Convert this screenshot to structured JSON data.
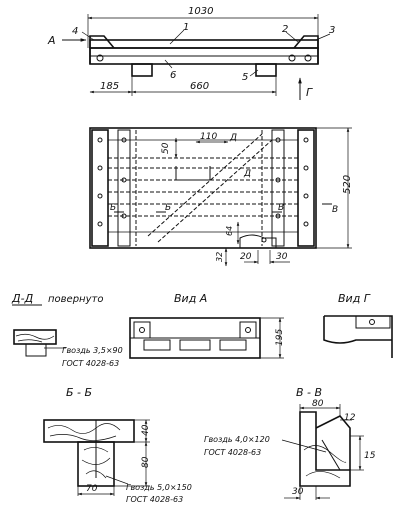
{
  "dimensions": {
    "overall_length": "1030",
    "left_offset": "185",
    "inner_span": "660",
    "plan_110": "110",
    "plan_50": "50",
    "plan_520": "520",
    "plan_64": "64",
    "plan_32": "32",
    "plan_20": "20",
    "plan_30": "30",
    "view_a_195": "195",
    "bb_40": "40",
    "bb_80": "80",
    "bb_70": "70",
    "vv_80": "80",
    "vv_12": "12",
    "vv_15": "15",
    "vv_30": "30"
  },
  "callouts": {
    "c1": "1",
    "c2": "2",
    "c3": "3",
    "c4": "4",
    "c5": "5",
    "c6": "6"
  },
  "view_markers": {
    "a": "А",
    "g": "Г",
    "d": "Д",
    "d2": "Д",
    "b_left": "Б",
    "b_right": "Б",
    "v_left": "В",
    "v_right": "В"
  },
  "section_titles": {
    "dd": "Д-Д",
    "dd_note": "повернуто",
    "view_a": "Вид А",
    "view_g": "Вид Г",
    "bb": "Б - Б",
    "vv": "В - В"
  },
  "notes": {
    "nail_dd_1": "Гвоздь 3,5×90",
    "nail_dd_2": "ГОСТ 4028-63",
    "nail_bb_1": "Гвоздь 5,0×150",
    "nail_bb_2": "ГОСТ 4028-63",
    "nail_vv_1": "Гвоздь 4,0×120",
    "nail_vv_2": "ГОСТ 4028-63"
  }
}
